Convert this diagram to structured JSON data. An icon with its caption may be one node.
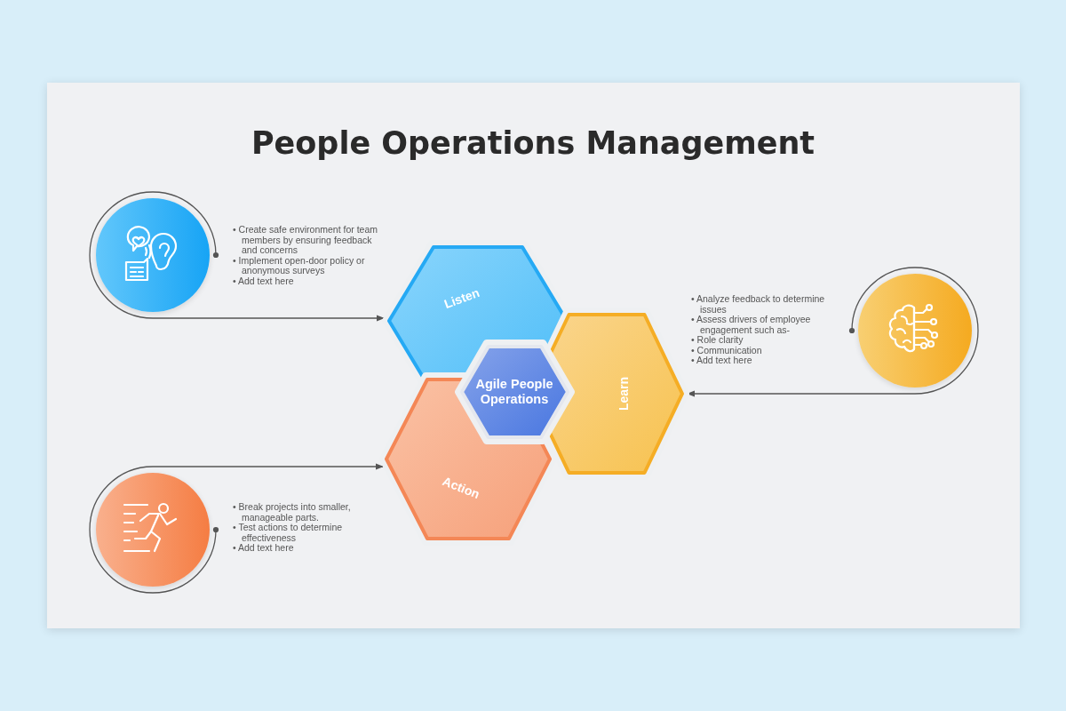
{
  "diagram": {
    "title": "People Operations Management",
    "nodes": [
      {
        "text": [
          "Listen"
        ]
      },
      {
        "text": [
          "Learn"
        ]
      },
      {
        "text": [
          "Action"
        ]
      },
      {
        "text": [
          "Agile People Operations"
        ]
      },
      {
        "text": [],
        "shape": "circle",
        "beside": [
          "• Create safe environment for team members by ensuring feedback and concerns",
          "• Implement open-door policy or anonymous surveys",
          "• Add text here"
        ]
      },
      {
        "text": [],
        "shape": "circle",
        "beside": [
          "• Analyze feedback to determine issues",
          "• Assess drivers of employee engagement such as-",
          "• Role clarity",
          "• Communication",
          "• Add text here"
        ]
      },
      {
        "text": [],
        "shape": "circle",
        "beside": [
          "• Break projects into smaller, manageable parts.",
          "• Test actions to determine effectiveness",
          "• Add text here"
        ]
      }
    ],
    "edges": [
      {
        "from": 4,
        "to": 0,
        "arrow": "to"
      },
      {
        "from": 5,
        "to": 1,
        "arrow": "to"
      },
      {
        "from": 6,
        "to": 2,
        "arrow": "to"
      }
    ]
  }
}
